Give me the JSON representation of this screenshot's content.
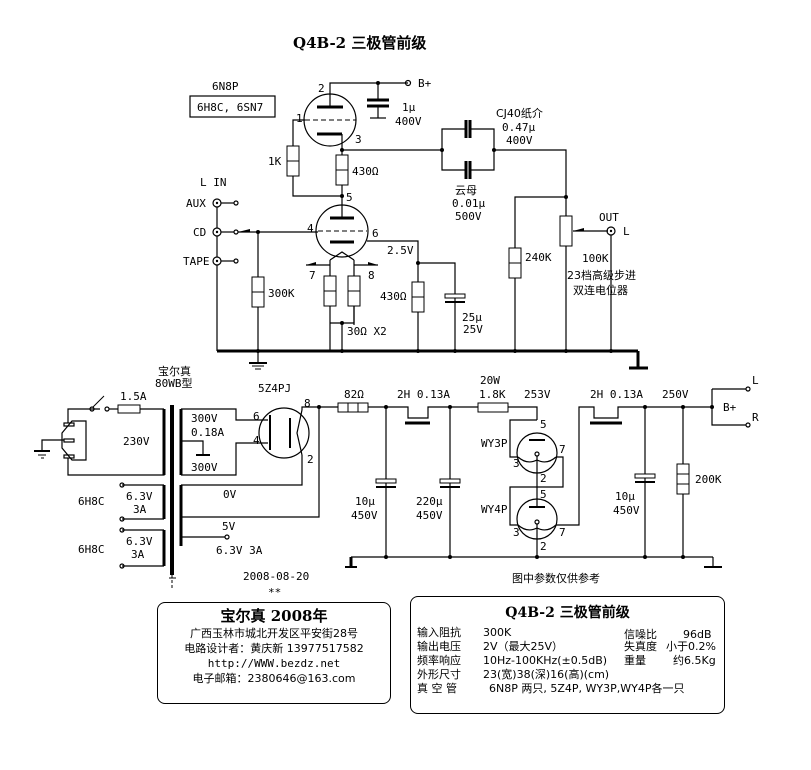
{
  "title": "Q4B-2 三极管前级",
  "tube_note": {
    "type": "6N8P",
    "equivalents": "6H8C, 6SN7"
  },
  "preamp": {
    "bplus_label": "B+",
    "c_bypass": [
      "1μ",
      "400V"
    ],
    "coupling_cap_main": [
      "CJ40纸介",
      "0.47μ",
      "400V"
    ],
    "coupling_cap_mica": [
      "云母",
      "0.01μ",
      "500V"
    ],
    "r_grid_top": "1K",
    "r_430_top": "430Ω",
    "r_430_cathode": "430Ω",
    "r_input": "300K",
    "r_heater": "30Ω X2",
    "r_240k": "240K",
    "pot": [
      "100K",
      "23档高级步进",
      "双连电位器"
    ],
    "c_cathode": [
      "25μ",
      "25V"
    ],
    "cathode_voltage": "2.5V",
    "pins": [
      "1",
      "2",
      "3",
      "4",
      "5",
      "6",
      "7",
      "8"
    ],
    "input_label": "L  IN",
    "inputs": [
      "AUX",
      "CD",
      "TAPE"
    ],
    "out_label": "OUT",
    "out_channel": "L"
  },
  "psu": {
    "transformer_brand": "宝尔真",
    "transformer_model": "80WB型",
    "fuse": "1.5A",
    "primary": "230V",
    "hv_secondary": [
      "300V",
      "0.18A",
      "300V"
    ],
    "heater1": {
      "tube": "6H8C",
      "rating": [
        "6.3V",
        "3A"
      ]
    },
    "heater2": {
      "tube": "6H8C",
      "rating": [
        "6.3V",
        "3A"
      ]
    },
    "rect_taps": [
      "0V",
      "5V",
      "6.3V 3A"
    ],
    "rectifier": "5Z4PJ",
    "rect_pins": [
      "8",
      "6",
      "4",
      "2"
    ],
    "r_82": "82Ω",
    "choke1": "2H 0.13A",
    "r_drop": [
      "20W",
      "1.8K"
    ],
    "v_253": "253V",
    "choke2": "2H 0.13A",
    "v_250": "250V",
    "cap1": [
      "10μ",
      "450V"
    ],
    "cap2": [
      "220μ",
      "450V"
    ],
    "cap3": [
      "10μ",
      "450V"
    ],
    "r_bleed": "200K",
    "reg1": "WY3P",
    "reg2": "WY4P",
    "reg_pins": [
      "5",
      "3",
      "7",
      "2"
    ],
    "out_bplus": "B+",
    "out_l": "L",
    "out_r": "R"
  },
  "date": "2008-08-20",
  "stars": "**",
  "note": "图中参数仅供参考",
  "credits": {
    "heading": "宝尔真 2008年",
    "address": "广西玉林市城北开发区平安街28号",
    "designer": "电路设计者：黄庆新 13977517582",
    "web": "http://WWW.bezdz.net",
    "email": "电子邮箱：2380646@163.com"
  },
  "specs": {
    "heading": "Q4B-2  三极管前级",
    "rows": [
      {
        "label": "输入阻抗",
        "value": "300K",
        "label2": "信噪比",
        "value2": "96dB"
      },
      {
        "label": "输出电压",
        "value": "2V（最大25V）",
        "label2": "失真度",
        "value2": "小于0.2%"
      },
      {
        "label": "频率响应",
        "value": "10Hz-100KHz(±0.5dB)",
        "label2": "重量",
        "value2": "约6.5Kg"
      },
      {
        "label": "外形尺寸",
        "value": "23(宽)38(深)16(高)(cm)"
      },
      {
        "label": "真 空 管",
        "value": "6N8P 两只, 5Z4P, WY3P,WY4P各一只"
      }
    ]
  }
}
